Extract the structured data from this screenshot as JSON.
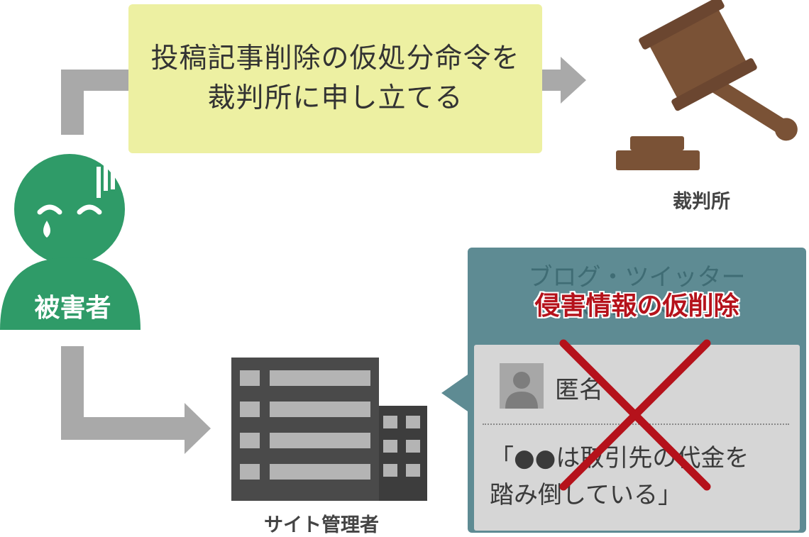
{
  "request": {
    "text": "投稿記事削除の仮処分命令を\n裁判所に申し立てる"
  },
  "victim": {
    "label": "被害者"
  },
  "court": {
    "label": "裁判所"
  },
  "site_admin": {
    "label": "サイト管理者"
  },
  "post_panel": {
    "title": "ブログ・ツイッター\nFacebookなど",
    "user_name": "匿名",
    "post_text": "「●●は取引先の代金を\n踏み倒している」",
    "overlay_label": "侵害情報の仮削除"
  },
  "colors": {
    "victim_green": "#2f9b68",
    "arrow_gray": "#a9a9a9",
    "yellow_box": "#edf0a2",
    "gavel_brown": "#7a5236",
    "panel_teal": "#5e8b93",
    "delete_red": "#b5121b",
    "building_dark": "#4a4a4a"
  }
}
